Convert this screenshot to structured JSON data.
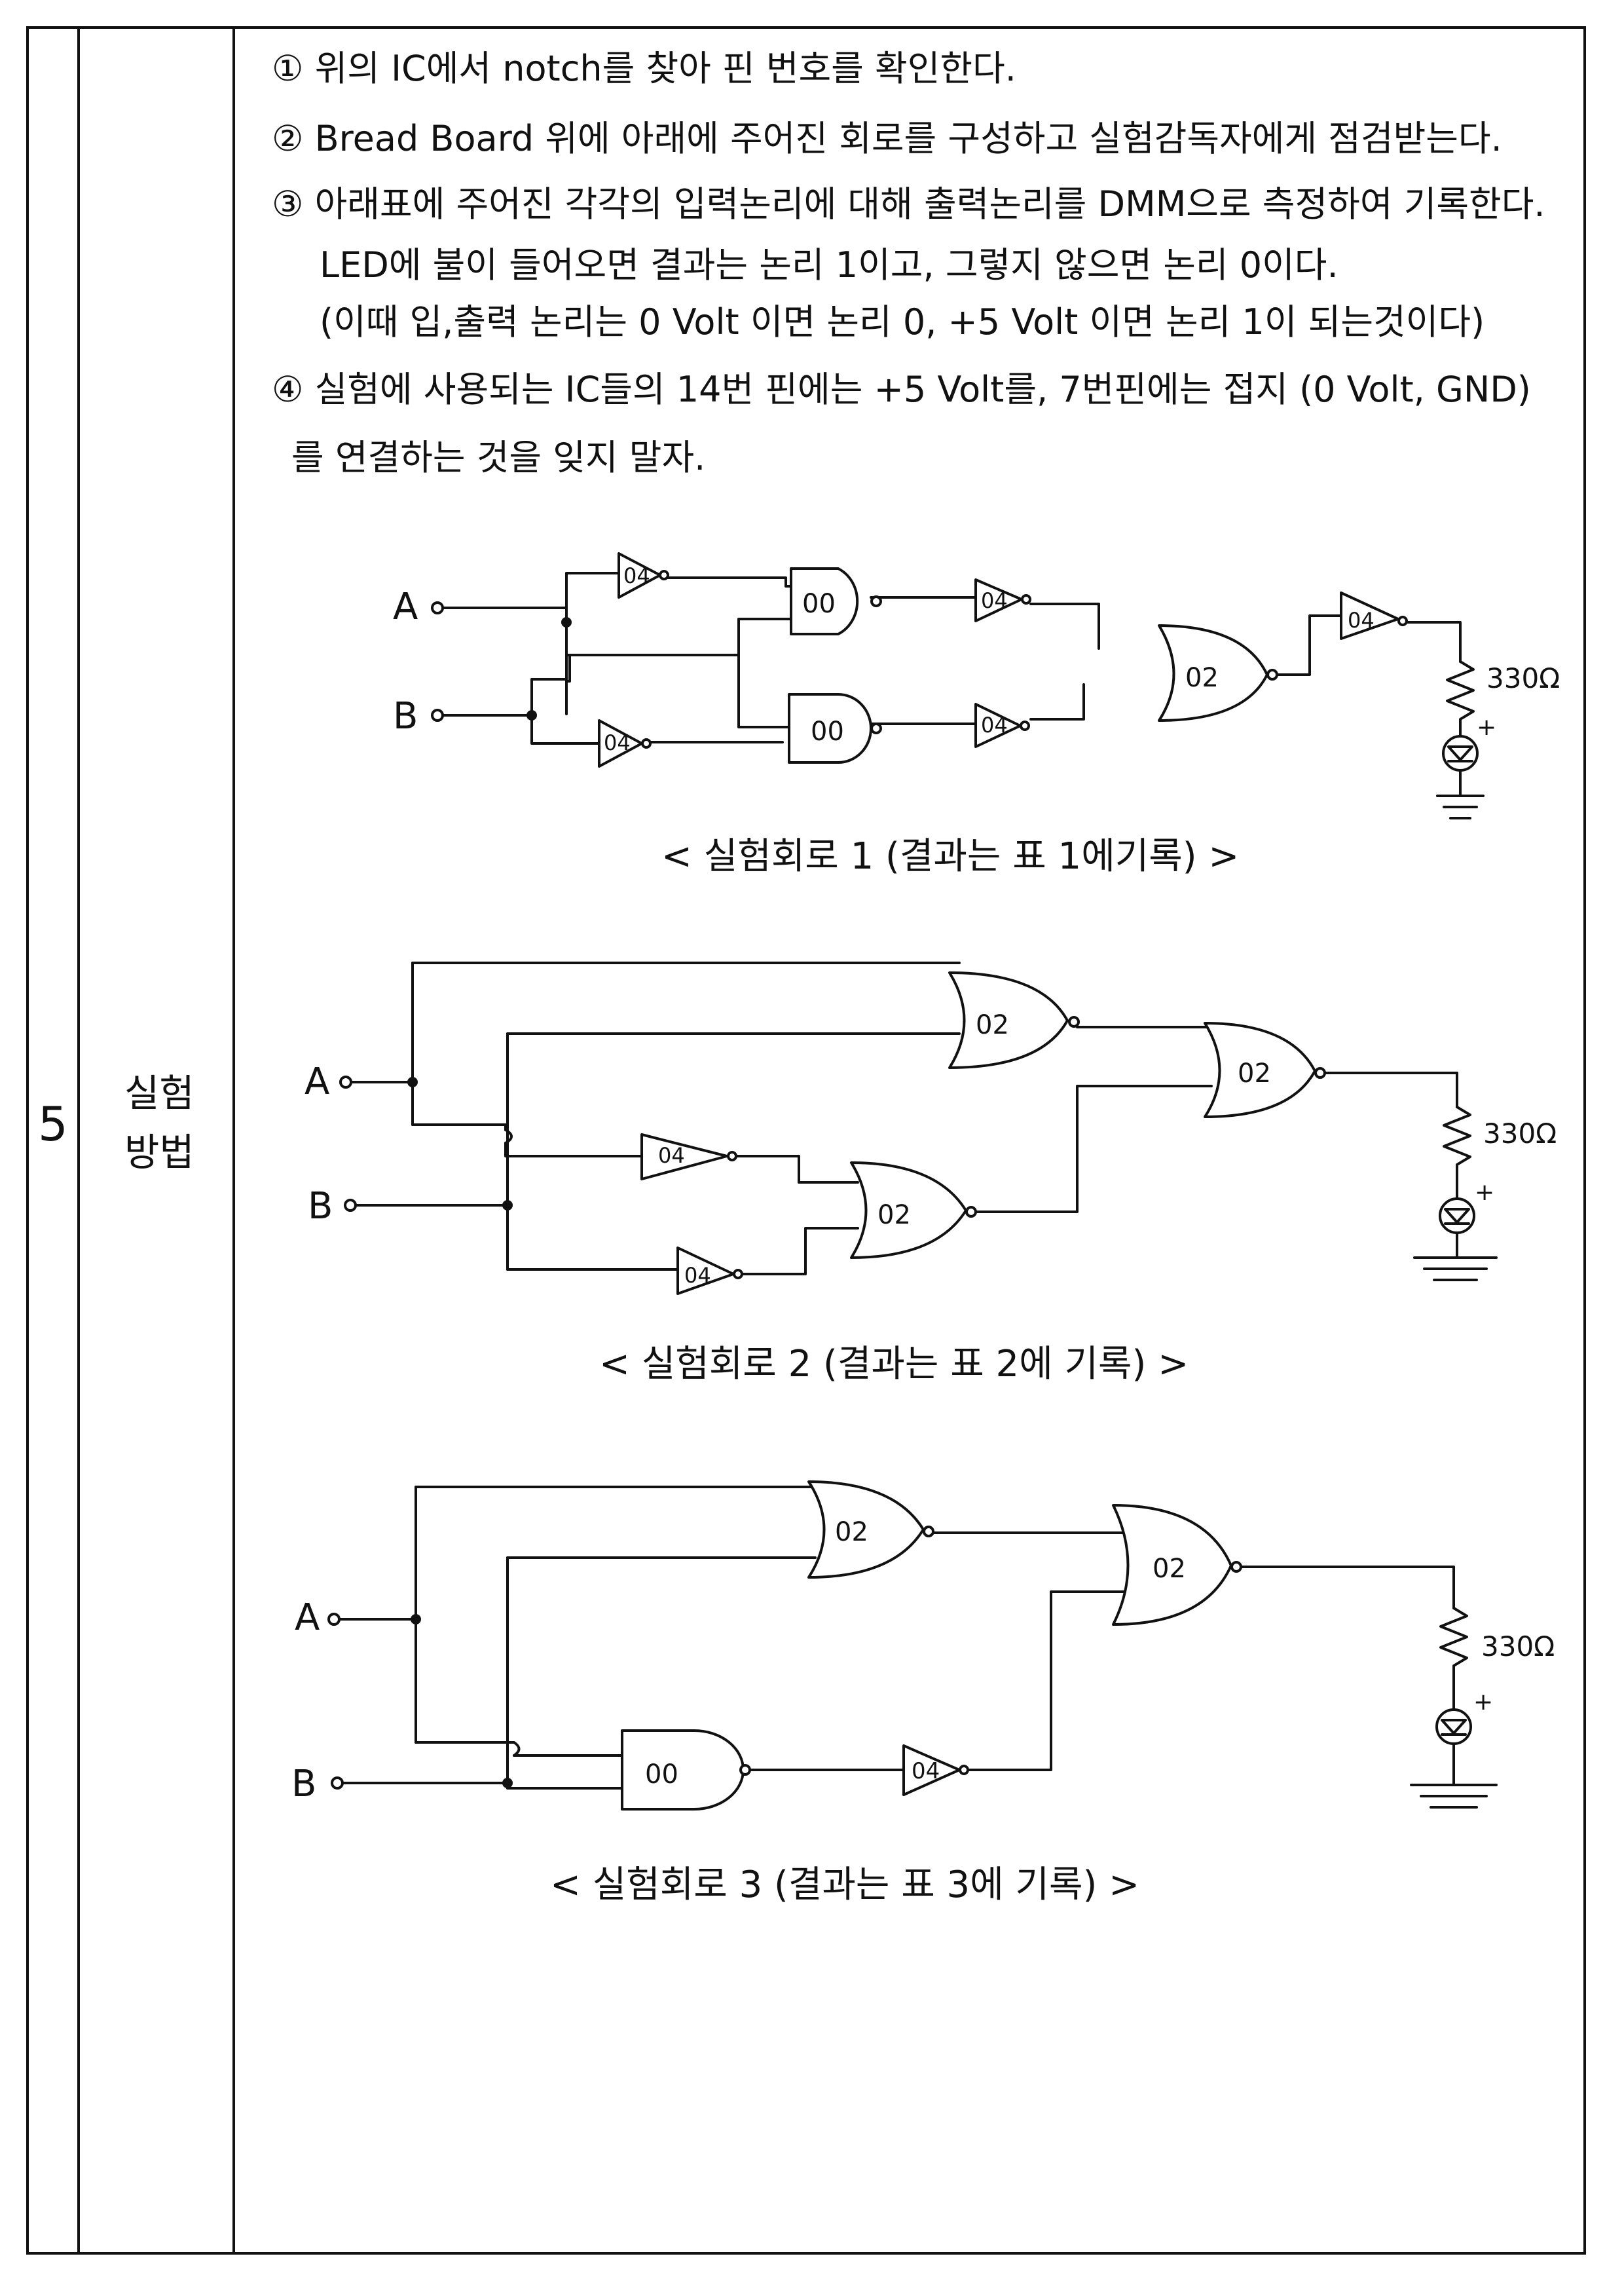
{
  "section": {
    "number": "5",
    "title_line1": "실험",
    "title_line2": "방법"
  },
  "instructions": [
    "① 위의 IC에서 notch를 찾아 핀 번호를 확인한다.",
    "② Bread Board 위에 아래에 주어진 회로를 구성하고 실험감독자에게 점검받는다.",
    "③ 아래표에 주어진 각각의 입력논리에 대해 출력논리를 DMM으로 측정하여 기록한다.",
    "LED에 불이 들어오면 결과는 논리 1이고, 그렇지 않으면 논리 0이다.",
    "(이때 입,출력 논리는 0 Volt 이면 논리 0, +5 Volt 이면 논리 1이 되는것이다)",
    "④ 실험에 사용되는 IC들의 14번 핀에는 +5 Volt를, 7번핀에는 접지 (0 Volt, GND)",
    "를 연결하는 것을 잊지 말자."
  ],
  "circuits": [
    {
      "caption": "< 실험회로 1 (결과는 표 1에기록) >",
      "inputs": [
        "A",
        "B"
      ],
      "gates": [
        "04",
        "00",
        "04",
        "04",
        "00",
        "04",
        "02",
        "04"
      ],
      "resistor": "330Ω",
      "led_polarity": "+"
    },
    {
      "caption": "< 실험회로 2 (결과는 표 2에 기록) >",
      "inputs": [
        "A",
        "B"
      ],
      "gates": [
        "02",
        "02",
        "04",
        "02",
        "04"
      ],
      "resistor": "330Ω",
      "led_polarity": "+"
    },
    {
      "caption": "< 실험회로 3 (결과는 표 3에 기록) >",
      "inputs": [
        "A",
        "B"
      ],
      "gates": [
        "02",
        "02",
        "00",
        "04"
      ],
      "resistor": "330Ω",
      "led_polarity": "+"
    }
  ]
}
